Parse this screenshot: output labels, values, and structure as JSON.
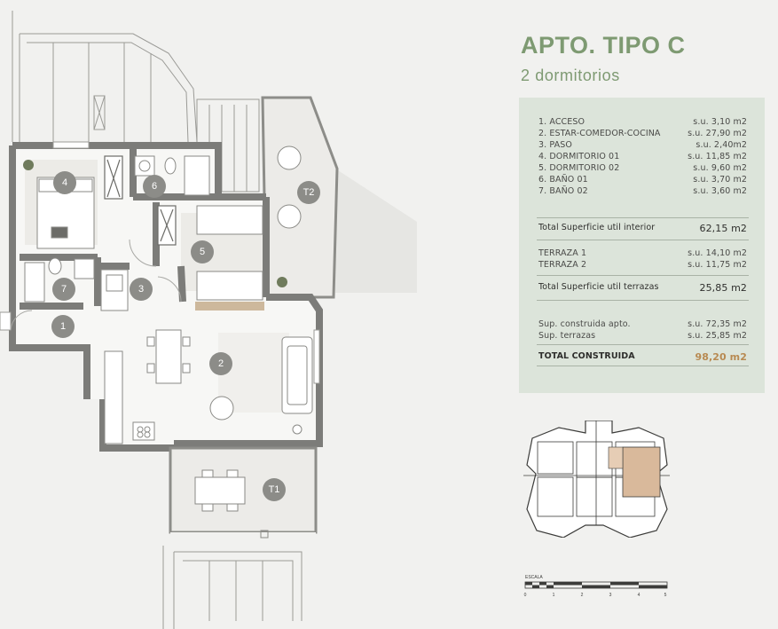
{
  "title": "APTO. TIPO C",
  "subtitle": "2 dormitorios",
  "rooms": [
    {
      "label": "1. ACCESO",
      "area": "s.u. 3,10 m2"
    },
    {
      "label": "2. ESTAR-COMEDOR-COCINA",
      "area": "s.u. 27,90 m2"
    },
    {
      "label": "3. PASO",
      "area": "s.u. 2,40m2"
    },
    {
      "label": "4. DORMITORIO 01",
      "area": "s.u. 11,85 m2"
    },
    {
      "label": "5. DORMITORIO 02",
      "area": "s.u. 9,60 m2"
    },
    {
      "label": "6. BAÑO 01",
      "area": "s.u. 3,70 m2"
    },
    {
      "label": "7. BAÑO 02",
      "area": "s.u. 3,60 m2"
    }
  ],
  "total_interior": {
    "label": "Total Superficie util interior",
    "value": "62,15 m2"
  },
  "terraces": [
    {
      "label": "TERRAZA 1",
      "area": "s.u. 14,10 m2"
    },
    {
      "label": "TERRAZA 2",
      "area": "s.u. 11,75 m2"
    }
  ],
  "total_terraces": {
    "label": "Total Superficie util terrazas",
    "value": "25,85 m2"
  },
  "built": [
    {
      "label": "Sup. construida apto.",
      "area": "s.u. 72,35 m2"
    },
    {
      "label": "Sup. terrazas",
      "area": "s.u. 25,85 m2"
    }
  ],
  "total_built": {
    "label": "TOTAL CONSTRUIDA",
    "value": "98,20 m2"
  },
  "plan_labels": {
    "r1": "1",
    "r2": "2",
    "r3": "3",
    "r4": "4",
    "r5": "5",
    "r6": "6",
    "r7": "7",
    "t1": "T1",
    "t2": "T2"
  },
  "scale": {
    "label": "ESCALA",
    "ticks": [
      "0",
      "1",
      "2",
      "3",
      "4",
      "5"
    ]
  },
  "colors": {
    "accent": "#7e9a72",
    "panel": "#dce4da",
    "total": "#b88a52",
    "highlight": "#d9b99b"
  }
}
